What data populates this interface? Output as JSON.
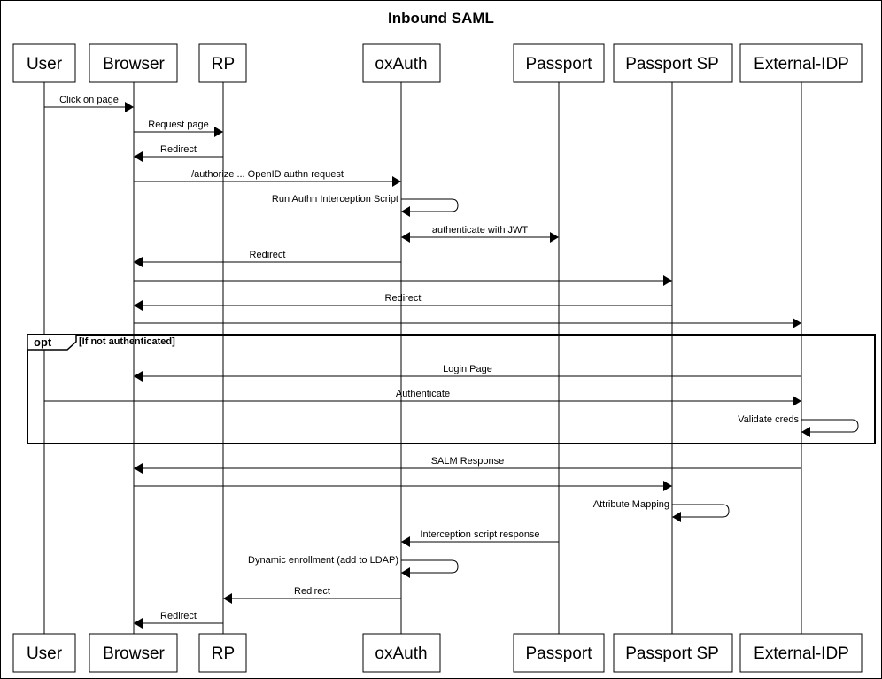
{
  "title": "Inbound SAML",
  "participants": [
    "User",
    "Browser",
    "RP",
    "oxAuth",
    "Passport",
    "Passport SP",
    "External-IDP"
  ],
  "opt_frame": {
    "keyword": "opt",
    "condition": "[If not authenticated]"
  },
  "messages": [
    {
      "from": 0,
      "to": 1,
      "label": "Click on page"
    },
    {
      "from": 1,
      "to": 2,
      "label": "Request page"
    },
    {
      "from": 2,
      "to": 1,
      "label": "Redirect"
    },
    {
      "from": 1,
      "to": 3,
      "label": "/authorize ... OpenID authn request"
    },
    {
      "from": 3,
      "to": 3,
      "label": "Run Authn Interception Script"
    },
    {
      "from": 3,
      "to": 4,
      "label": "authenticate with JWT",
      "bidirectional": true
    },
    {
      "from": 3,
      "to": 1,
      "label": "Redirect"
    },
    {
      "from": 1,
      "to": 5,
      "label": ""
    },
    {
      "from": 5,
      "to": 1,
      "label": "Redirect"
    },
    {
      "from": 1,
      "to": 6,
      "label": ""
    },
    {
      "from": 6,
      "to": 1,
      "label": "Login Page"
    },
    {
      "from": 0,
      "to": 6,
      "label": "Authenticate"
    },
    {
      "from": 6,
      "to": 6,
      "label": "Validate creds"
    },
    {
      "from": 6,
      "to": 1,
      "label": "SALM Response"
    },
    {
      "from": 1,
      "to": 5,
      "label": ""
    },
    {
      "from": 5,
      "to": 5,
      "label": "Attribute Mapping"
    },
    {
      "from": 4,
      "to": 3,
      "label": "Interception script response"
    },
    {
      "from": 3,
      "to": 3,
      "label": "Dynamic enrollment (add to LDAP)"
    },
    {
      "from": 3,
      "to": 2,
      "label": "Redirect"
    },
    {
      "from": 2,
      "to": 1,
      "label": "Redirect"
    }
  ]
}
